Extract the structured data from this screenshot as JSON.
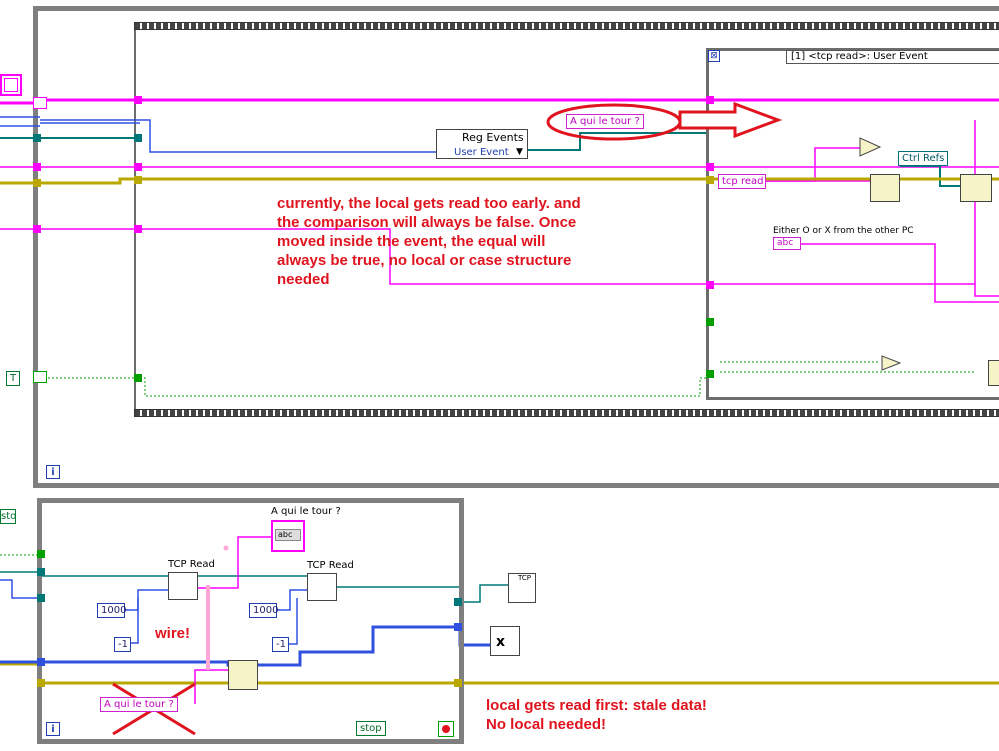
{
  "top_diagram": {
    "event_case_header": "[1] <tcp read>: User Event",
    "reg_events_label": "Reg Events",
    "user_event_label": "User Event",
    "local_var_label": "A qui le tour ?",
    "tcp_read_tag": "tcp read",
    "ctrl_refs_label": "Ctrl Refs",
    "either_label": "Either O or X from the other PC",
    "abc_label": "abc",
    "iteration_label": "i"
  },
  "bottom_diagram": {
    "indicator_label": "A qui le tour ?",
    "abc_label": "abc",
    "tcp_read_1": "TCP Read",
    "tcp_read_2": "TCP Read",
    "const_1000_a": "1000",
    "const_1000_b": "1000",
    "const_neg1_a": "-1",
    "const_neg1_b": "-1",
    "local_var_label": "A qui le tour ?",
    "stop_label": "stop",
    "left_stop_label": "stop",
    "iteration_label": "i",
    "tcp_icon_label": "TCP"
  },
  "annotations": {
    "top_note": "currently, the local gets read too early. and\nthe comparison will always be false. Once\nmoved inside the event, the equal will\nalways be true, no local or case structure\nneeded",
    "wire_note": "wire!",
    "bottom_note": "local gets read first: stale data!\nNo local needed!"
  },
  "colors": {
    "string_wire": "#ff00ff",
    "bool_wire": "#00a000",
    "refnum_wire": "#007878",
    "error_wire": "#c8c000",
    "numeric_wire": "#1f3fff",
    "annotation_red": "#e0141e"
  }
}
